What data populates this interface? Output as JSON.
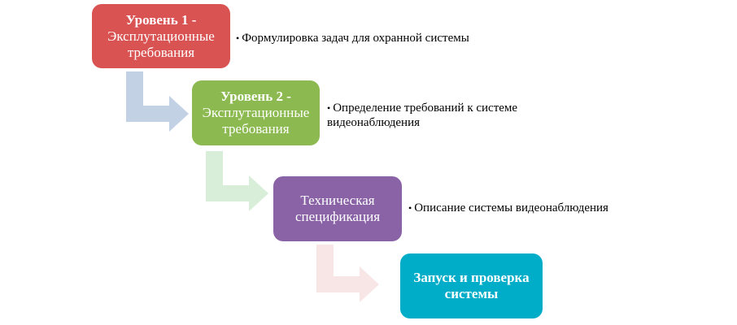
{
  "steps": [
    {
      "title": "Уровень 1 -",
      "subtitle": "Эксплутационные требования",
      "note": "Формулировка задач для охранной системы",
      "color": "#d95353"
    },
    {
      "title": "Уровень 2 -",
      "subtitle": "Эксплутационные требования",
      "note": "Определение требований к системе видеонаблюдения",
      "color": "#8cba50"
    },
    {
      "title": "Техническая спецификация",
      "note": "Описание системы видеонаблюдения",
      "color": "#8a63a6"
    },
    {
      "title": "Запуск и проверка системы",
      "color": "#00adc8"
    }
  ],
  "arrow_colors": [
    "#c3d1e5",
    "#d8eed9",
    "#f8e6e6"
  ],
  "bullet": "•"
}
